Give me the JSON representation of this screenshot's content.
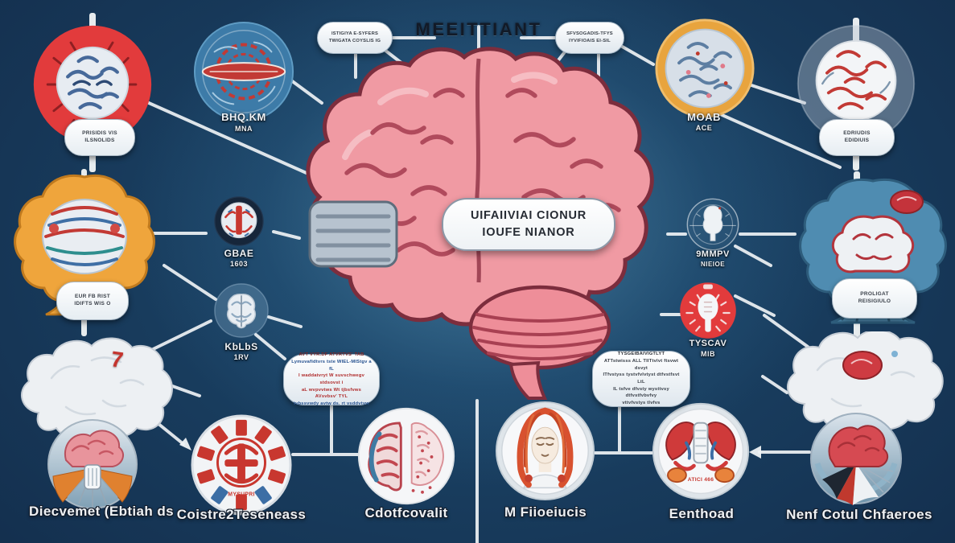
{
  "title": "MEEITTIANT",
  "center": {
    "line1": "UIFAIIVIAI CIONUR",
    "line2": "IOUFE NIANOR"
  },
  "top_callout_left": {
    "lines": [
      "ISTIGIYA E-SYFERS",
      "TWIGATA COYSLIS IG"
    ]
  },
  "top_callout_right": {
    "lines": [
      "SFVSOGADIS-TFYS",
      "IYVIFIOAIS EI-SIL"
    ]
  },
  "mid_callout_left": {
    "lines": [
      "AVT VYR.DF ATVRTVS' TAB",
      "Lymuvafidtvrs tste WIEL-MIStgv a fL",
      "I waddatvryt W suvschwegv stdsovst i",
      "aL wvpvvtws Wt tjbsfvws AVsvbsv' TYL",
      "tvbssvwdy avtw ds. rt vsddvtvw"
    ]
  },
  "mid_callout_right": {
    "lines": [
      "TYSGEIBAIVIGTLYT",
      "ATTstwisss ALL TIITtvlvt ftsvwt dsvyt",
      "ITfvstyss tystvfvlvtyst dtfvstfsvt LtL",
      "IL tsfve dfvsty wysttvsy dtfvstfvbvfvy",
      "vttvfvstys tlvfvs"
    ]
  },
  "nodes": {
    "top_left_red": {
      "pill": [
        "PRISIDIS VIS",
        "ILSNOLIDS"
      ]
    },
    "top_blue": {
      "label": "BHQ.KM",
      "sub": "MNA"
    },
    "top_orange": {
      "label": "MOAB",
      "sub": "ACE"
    },
    "top_right_gray": {
      "pill": [
        "EDRIUDIS",
        "EDIDIUIS"
      ]
    },
    "left_yellow": {
      "pill": [
        "EUR FB RIST",
        "IDIFTS WIS O"
      ]
    },
    "mid_left_upper": {
      "label": "GBAE",
      "sub": "1603"
    },
    "mid_left_lower": {
      "label": "KbLbS",
      "sub": "1RV"
    },
    "mid_right_upper": {
      "label": "9MMPV",
      "sub": "NIEIOE"
    },
    "mid_right_red": {
      "label": "TYSCAV",
      "sub": "MIB"
    },
    "right_blue": {
      "pill": [
        "PROLIGAT",
        "REISIGIULO"
      ]
    },
    "bottom_left_cloud": {
      "badge": "7",
      "label": "Diecvemet (Ebtiah ds"
    },
    "bottom_mandala": {
      "inner_text": "MYSUPRI",
      "label": "Coistre2Teseneass"
    },
    "bottom_split": {
      "label": "Cdotfcovalit"
    },
    "bottom_face": {
      "label": "M Fiioeiucis"
    },
    "bottom_anatomy": {
      "inner_text": "ATICI 466",
      "label": "Eenthoad"
    },
    "bottom_right_cloud": {
      "label": "Nenf Cotul Chfaeroes"
    }
  },
  "colors": {
    "background_navy": "#0a1326",
    "glow_blue": "#2f7193",
    "accent_red": "#e23b3c",
    "accent_blue": "#3d7ea8",
    "accent_orange": "#e8a43e",
    "brain_pink": "#f09aa3",
    "line_white": "#eef2f5"
  }
}
